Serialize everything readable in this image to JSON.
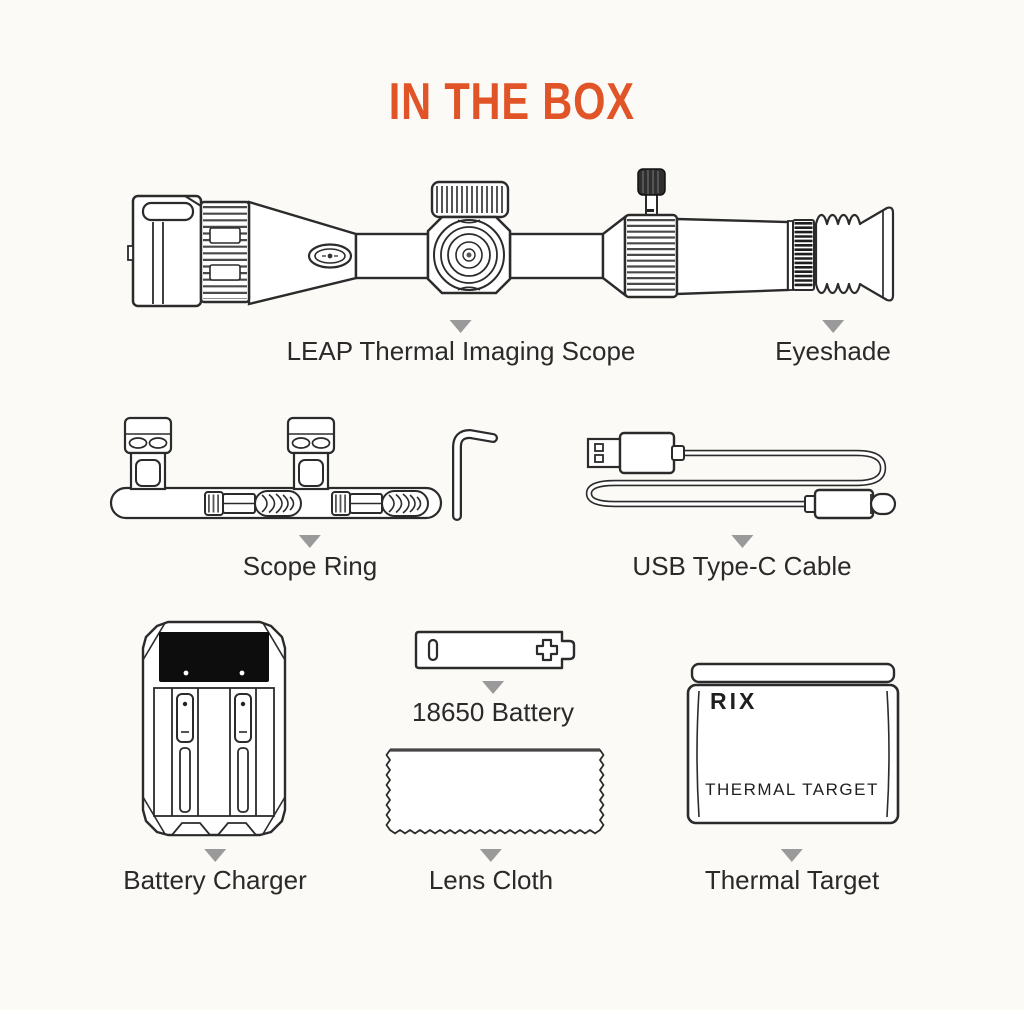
{
  "page": {
    "title": "IN THE BOX",
    "accent_color": "#e05428",
    "background_color": "#fbfaf6",
    "pointer_color": "#9a9a9a",
    "line_color": "#2b2b2b"
  },
  "items": [
    {
      "id": "thermal-scope",
      "label": "LEAP Thermal Imaging Scope"
    },
    {
      "id": "eyeshade",
      "label": "Eyeshade"
    },
    {
      "id": "scope-ring",
      "label": "Scope Ring"
    },
    {
      "id": "usb-cable",
      "label": "USB Type-C Cable"
    },
    {
      "id": "battery-18650",
      "label": "18650 Battery"
    },
    {
      "id": "battery-charger",
      "label": "Battery Charger"
    },
    {
      "id": "lens-cloth",
      "label": "Lens Cloth"
    },
    {
      "id": "thermal-target",
      "label": "Thermal Target"
    }
  ],
  "thermal_target_box": {
    "brand": "RIX",
    "label": "THERMAL TARGET"
  }
}
